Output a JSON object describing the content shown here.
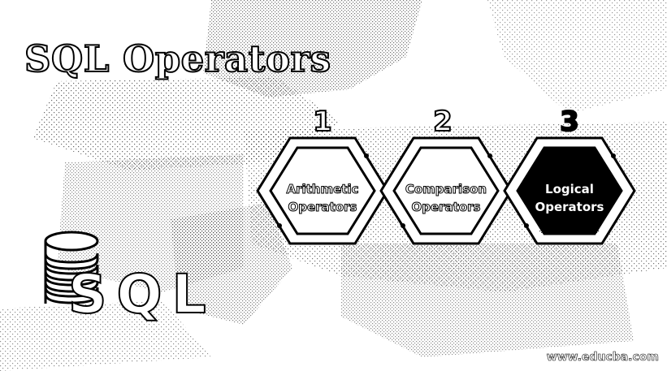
{
  "title": "SQL Operators",
  "steps": [
    {
      "number": "1",
      "line1": "Arithmetic",
      "line2": "Operators"
    },
    {
      "number": "2",
      "line1": "Comparison",
      "line2": "Operators"
    },
    {
      "number": "3",
      "line1": "Logical",
      "line2": "Operators"
    }
  ],
  "icon": {
    "name": "database-icon",
    "label": "SQL"
  },
  "website": "www.educba.com"
}
